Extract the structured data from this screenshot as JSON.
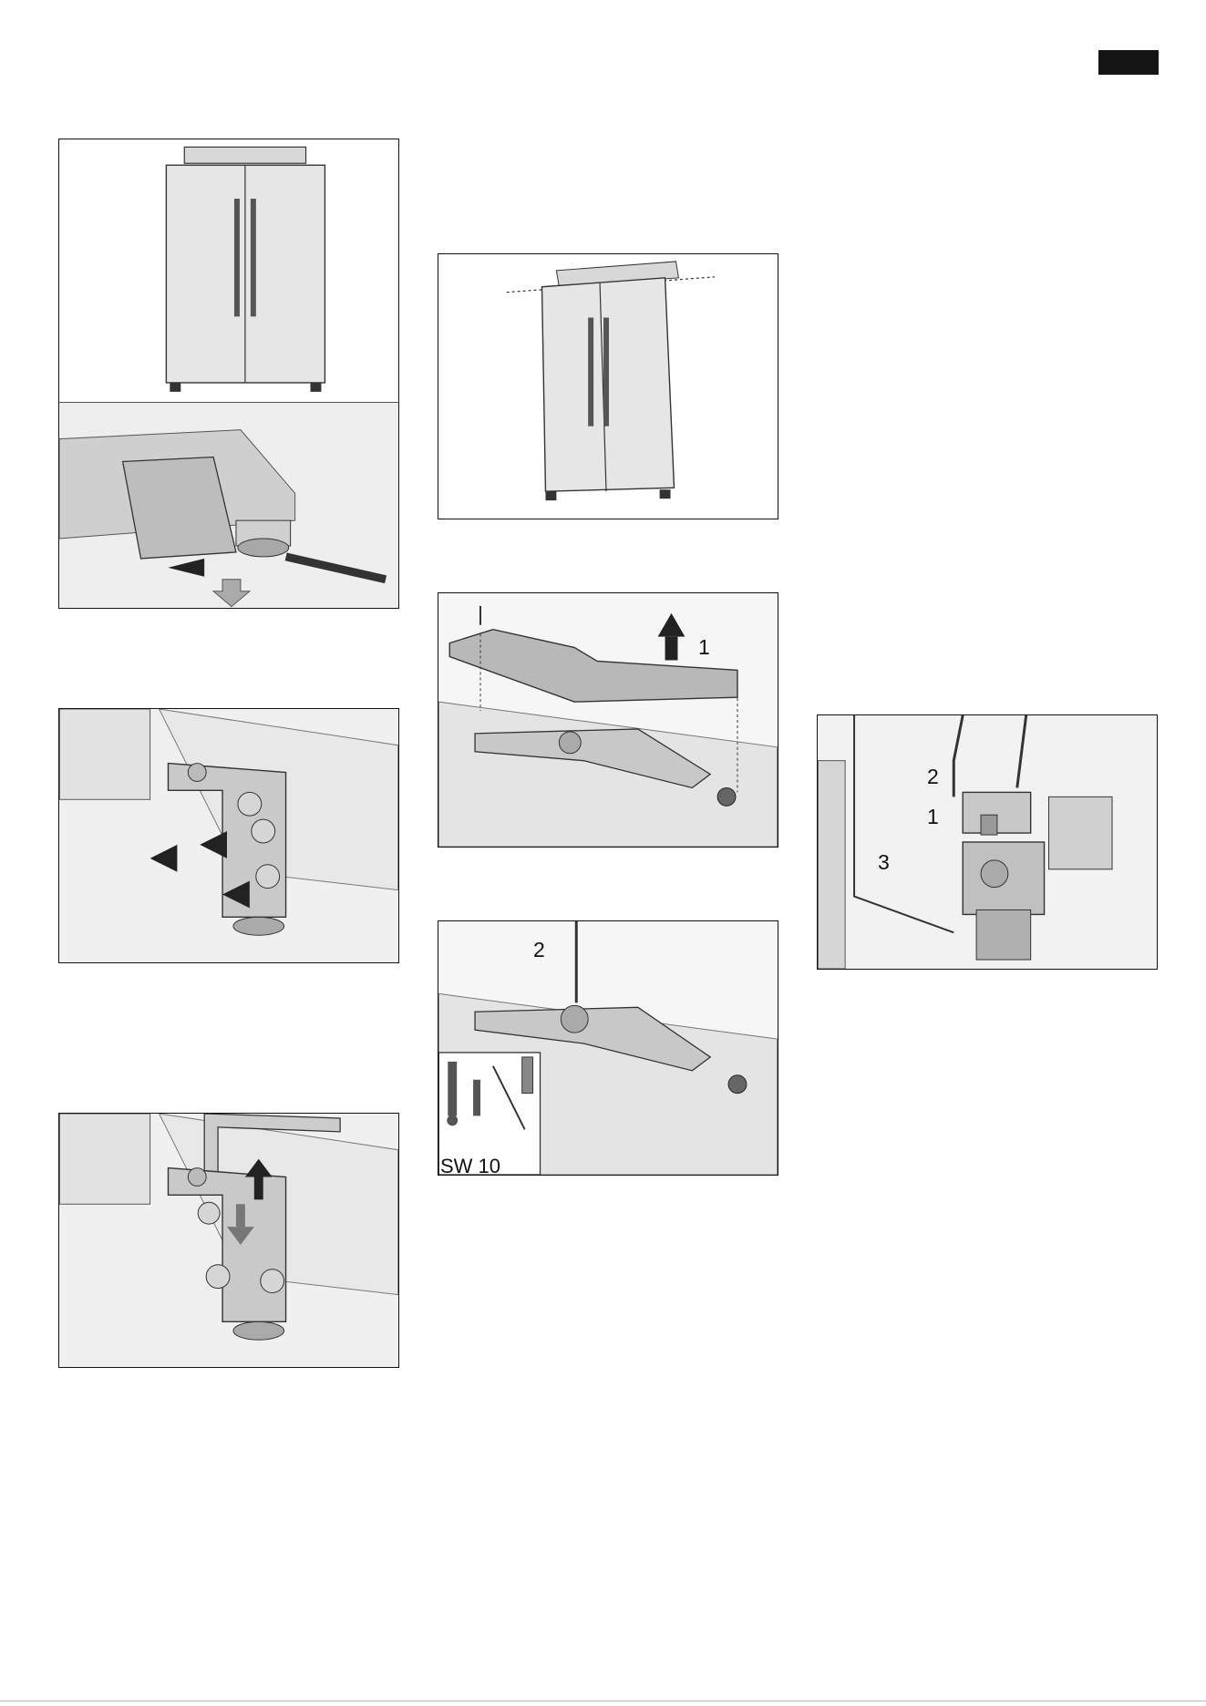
{
  "page": {
    "tab_marker_color": "#141414"
  },
  "figures": {
    "level_fridge": {},
    "hinge_screws": {},
    "hinge_adjust": {},
    "level_check": {},
    "hinge_cover": {
      "label": "1"
    },
    "hinge_screwdriver": {
      "label": "2",
      "tool_label": "SW 10"
    },
    "water_valve": {
      "labels": [
        "2",
        "1",
        "3"
      ]
    }
  }
}
